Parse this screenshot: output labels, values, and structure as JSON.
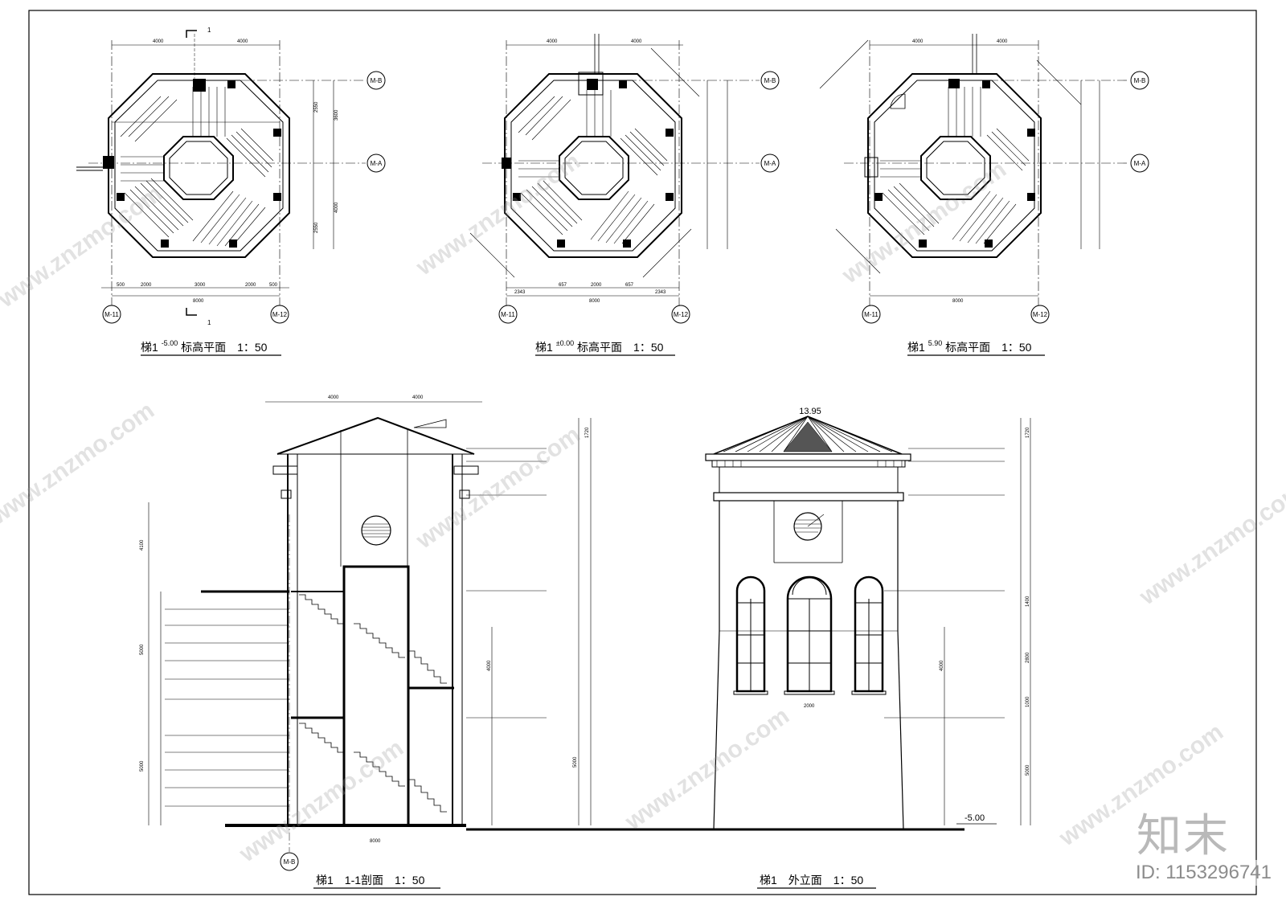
{
  "plans": [
    {
      "title_prefix": "梯1 ",
      "title_level": "-5.00",
      "title_suffix": " 标高平面　1：50"
    },
    {
      "title_prefix": "梯1 ",
      "title_level": "±0.00",
      "title_suffix": " 标高平面　1：50"
    },
    {
      "title_prefix": "梯1 ",
      "title_level": "5.90",
      "title_suffix": " 标高平面　1：50"
    }
  ],
  "section": {
    "title": "梯1　1-1剖面　1：50"
  },
  "elevation": {
    "title": "梯1　外立面　1：50",
    "top_level": "13.95",
    "ground_level": "-5.00"
  },
  "axes": {
    "mb": "M-B",
    "ma": "M-A",
    "m11": "M-11",
    "m12": "M-12"
  },
  "section_mark": "1",
  "dims": {
    "top_4000": "4000",
    "overall_8000": "8000",
    "d2000": "2000",
    "d3000": "3000",
    "d500": "500",
    "d657": "657",
    "d2343": "2343",
    "d2550": "2550",
    "d3600": "3600",
    "d4000v": "4000",
    "d5000": "5000",
    "d4100": "4100",
    "d1720": "1720",
    "d1400": "1400",
    "d2800": "2800",
    "d1000": "1000"
  },
  "watermark": {
    "site": "www.znzmo.com",
    "brand": "知末",
    "id": "ID: 1153296741"
  },
  "colors": {
    "line": "#000000",
    "watermark": "#b9b9b9"
  }
}
